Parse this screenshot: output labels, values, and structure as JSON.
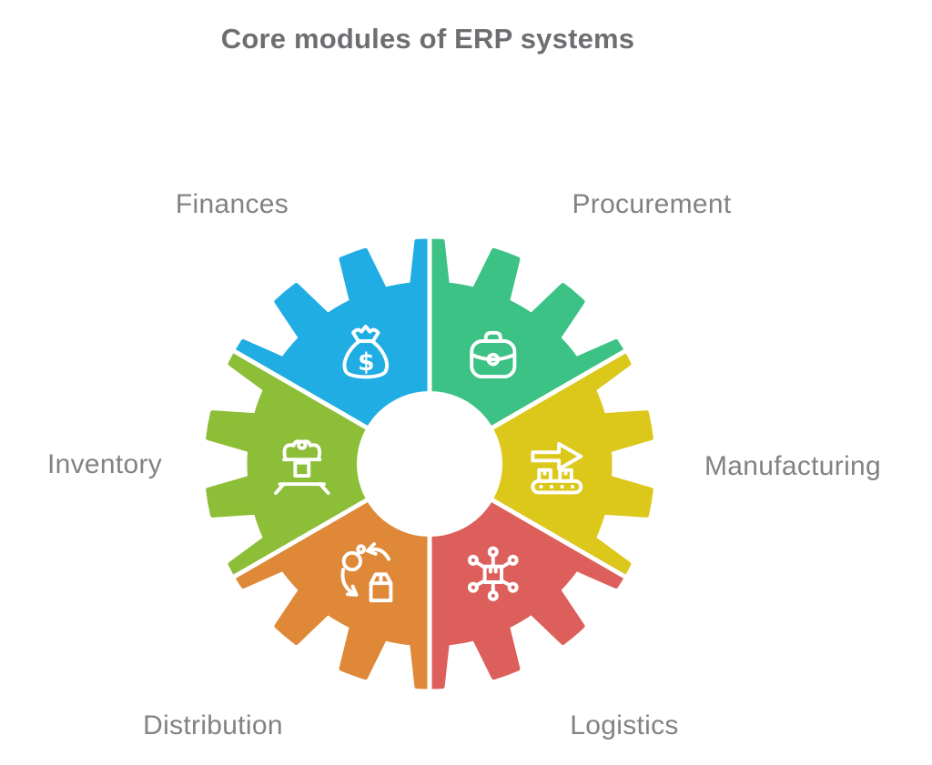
{
  "title": "Core modules of ERP systems",
  "styles": {
    "title_color": "#6D6E71",
    "label_color": "#808285",
    "background": "#FFFFFF",
    "icon_color": "#FFFFFF"
  },
  "diagram": {
    "type": "gear-segments",
    "segment_count": 6,
    "modules": [
      {
        "label": "Finances",
        "color": "#1FADE4",
        "icon": "money-bag-icon",
        "position": "top-left"
      },
      {
        "label": "Procurement",
        "color": "#3CC284",
        "icon": "briefcase-icon",
        "position": "top-right"
      },
      {
        "label": "Manufacturing",
        "color": "#DCC81B",
        "icon": "conveyor-arrow-icon",
        "position": "right"
      },
      {
        "label": "Logistics",
        "color": "#DD5F5C",
        "icon": "distribution-network-icon",
        "position": "bottom-right"
      },
      {
        "label": "Distribution",
        "color": "#DE8838",
        "icon": "product-cycle-icon",
        "position": "bottom-left"
      },
      {
        "label": "Inventory",
        "color": "#8CBE37",
        "icon": "loading-handler-icon",
        "position": "left"
      }
    ]
  }
}
